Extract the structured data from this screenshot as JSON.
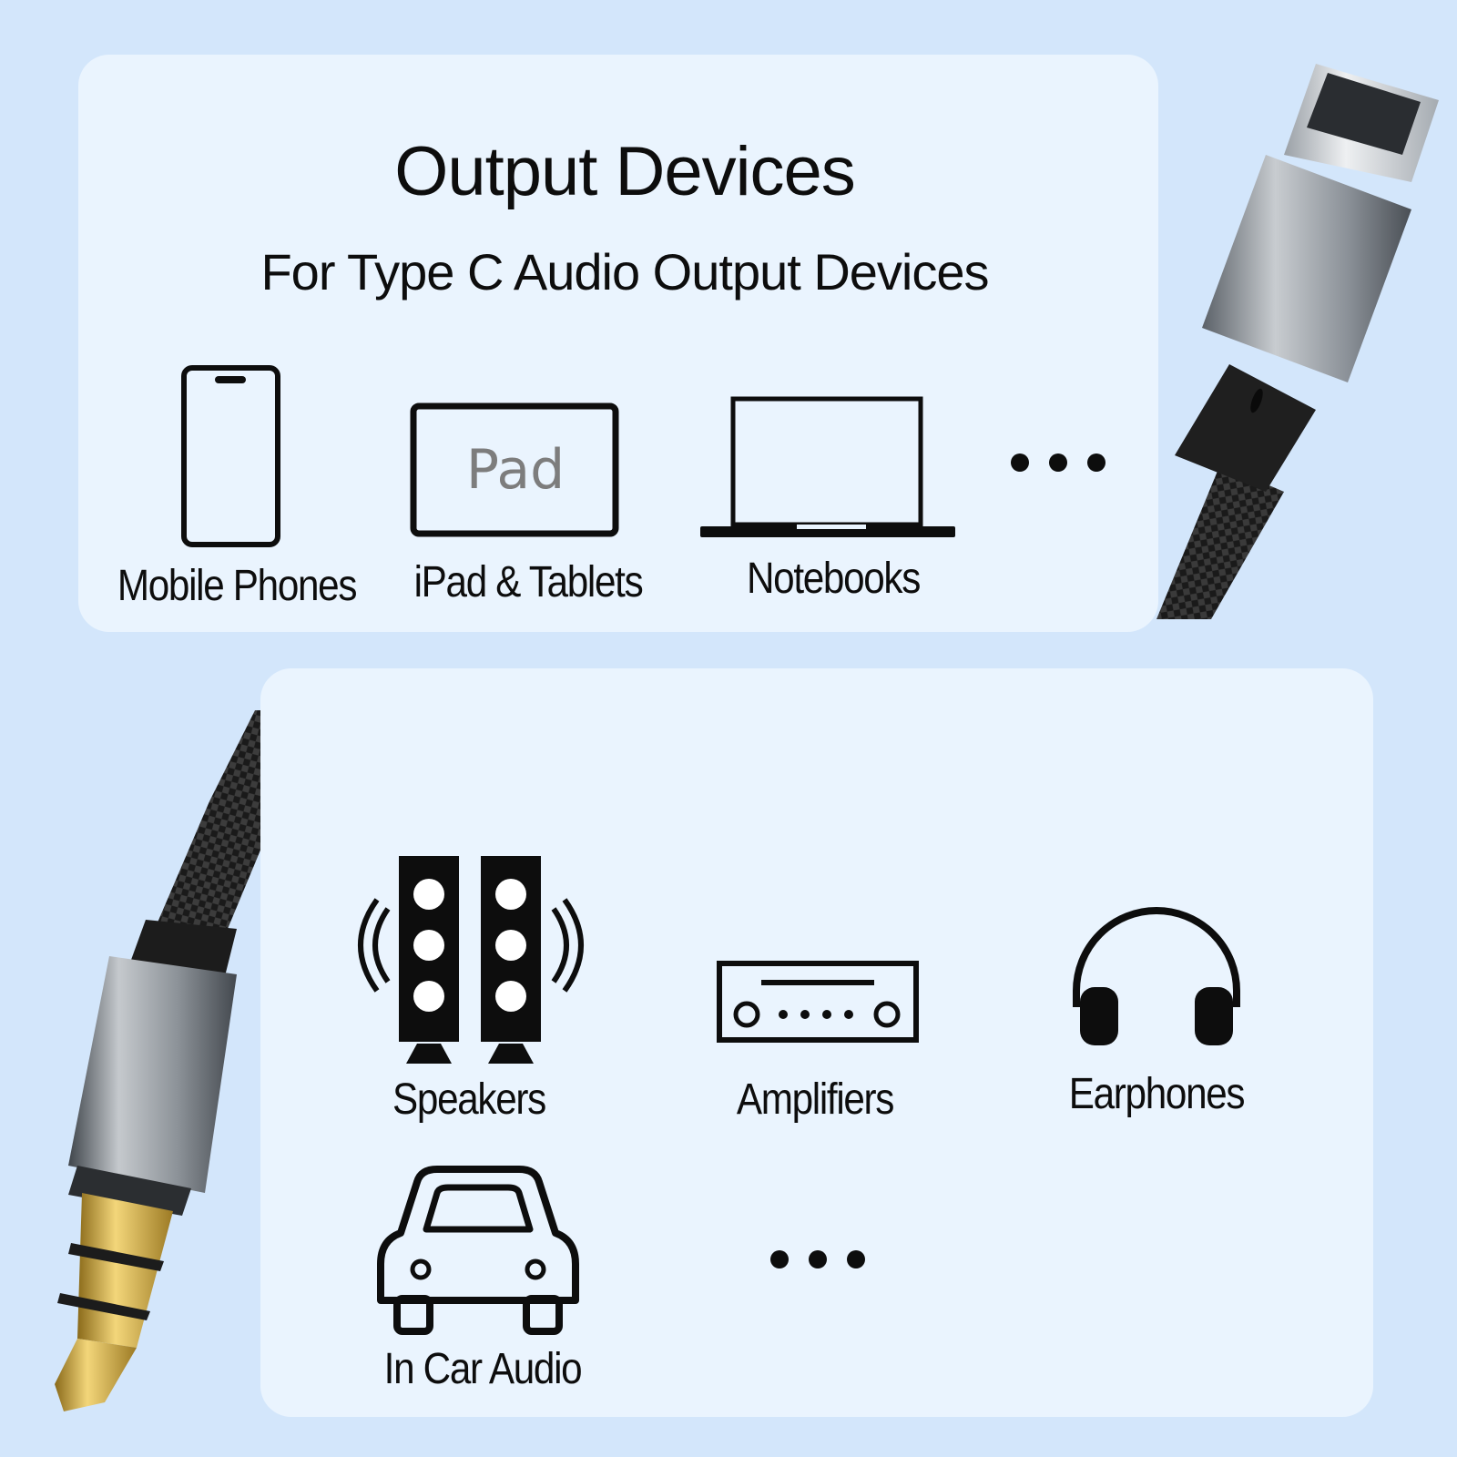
{
  "heading": {
    "title": "Output Devices",
    "subtitle": "For Type C Audio Output Devices"
  },
  "top_devices": [
    {
      "label": "Mobile Phones",
      "icon": "phone-icon"
    },
    {
      "label": "iPad & Tablets",
      "icon": "tablet-icon",
      "screen_text": "Pad"
    },
    {
      "label": "Notebooks",
      "icon": "laptop-icon"
    }
  ],
  "bottom_devices": [
    {
      "label": "Speakers",
      "icon": "speakers-icon"
    },
    {
      "label": "Amplifiers",
      "icon": "amplifier-icon"
    },
    {
      "label": "Earphones",
      "icon": "headphones-icon"
    },
    {
      "label": "In Car Audio",
      "icon": "car-icon"
    }
  ],
  "more_indicator": "more-icon",
  "colors": {
    "background": "#d3e6fb",
    "panel": "#eaf4fe",
    "ink": "#0d0d0d"
  }
}
